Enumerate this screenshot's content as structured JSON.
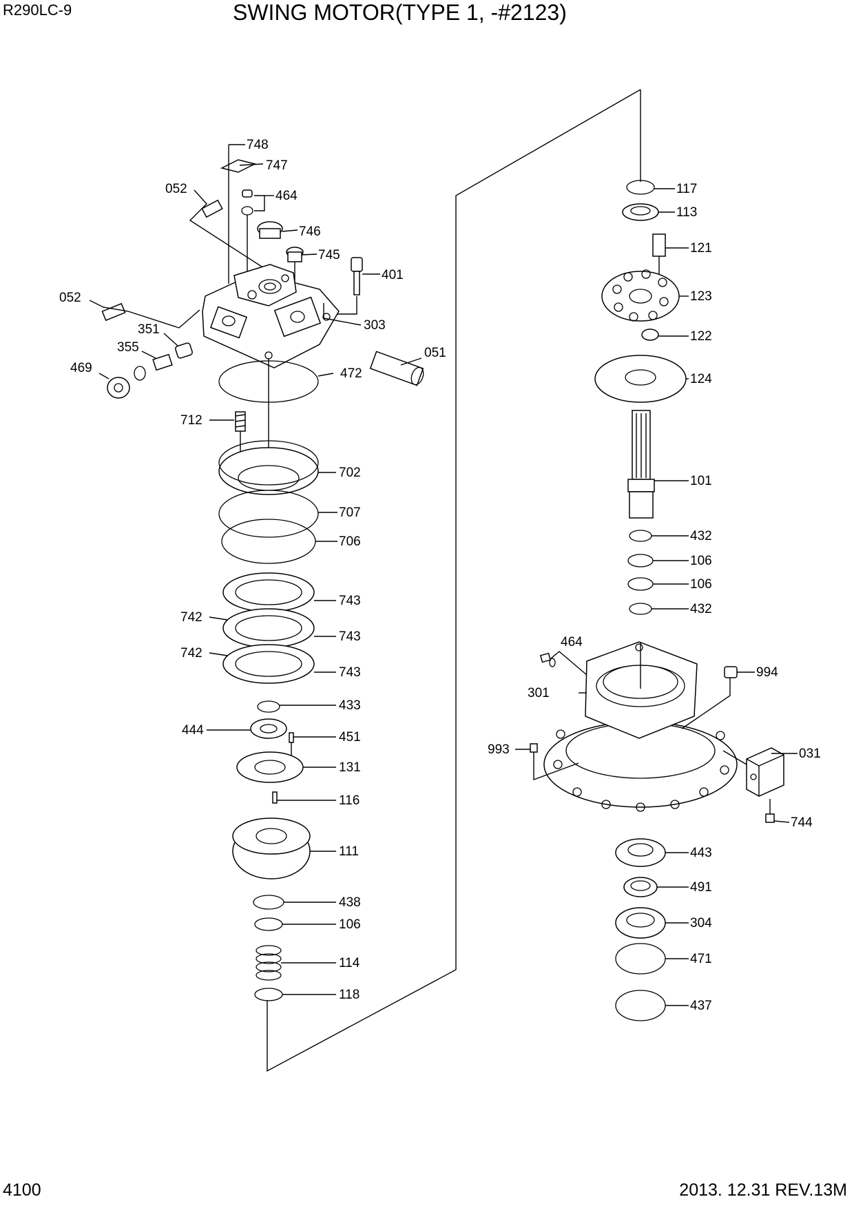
{
  "header": {
    "model": "R290LC-9",
    "title": "SWING MOTOR(TYPE 1, -#2123)"
  },
  "footer": {
    "page_number": "4100",
    "revision": "2013. 12.31  REV.13M"
  },
  "callouts": {
    "c748": "748",
    "c747": "747",
    "c052a": "052",
    "c464a": "464",
    "c746": "746",
    "c745": "745",
    "c401": "401",
    "c052b": "052",
    "c303": "303",
    "c351": "351",
    "c355": "355",
    "c469": "469",
    "c472": "472",
    "c051": "051",
    "c712": "712",
    "c702": "702",
    "c707": "707",
    "c706": "706",
    "c743a": "743",
    "c742a": "742",
    "c743b": "743",
    "c742b": "742",
    "c743c": "743",
    "c433": "433",
    "c444": "444",
    "c451": "451",
    "c131": "131",
    "c116": "116",
    "c111": "111",
    "c438": "438",
    "c106a": "106",
    "c114": "114",
    "c118": "118",
    "c117": "117",
    "c113": "113",
    "c121": "121",
    "c123": "123",
    "c122": "122",
    "c124": "124",
    "c101": "101",
    "c432a": "432",
    "c106b": "106",
    "c106c": "106",
    "c432b": "432",
    "c464b": "464",
    "c994": "994",
    "c301": "301",
    "c993": "993",
    "c031": "031",
    "c744": "744",
    "c443": "443",
    "c491": "491",
    "c304": "304",
    "c471": "471",
    "c437": "437"
  }
}
